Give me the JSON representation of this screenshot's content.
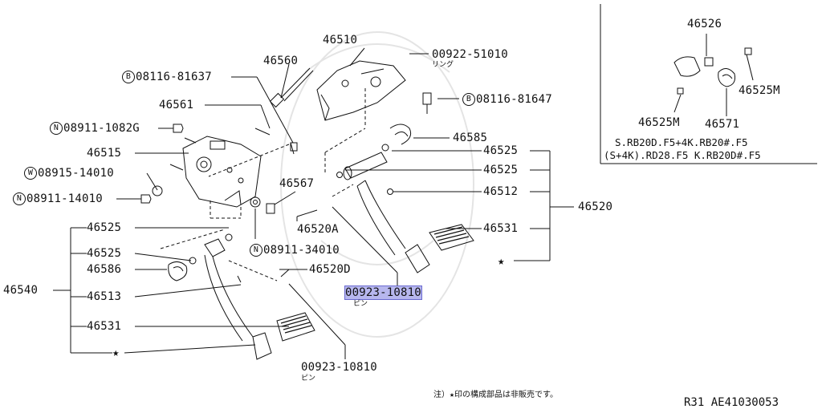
{
  "labels": {
    "p46510": "46510",
    "p46560": "46560",
    "p46561": "46561",
    "p46515": "46515",
    "p46567": "46567",
    "p46585": "46585",
    "p46525_a": "46525",
    "p46525_b": "46525",
    "p46525_c": "46525",
    "p46525_d": "46525",
    "p46512": "46512",
    "p46520": "46520",
    "p46520A": "46520A",
    "p46520D": "46520D",
    "p46531_a": "46531",
    "p46531_b": "46531",
    "p46586": "46586",
    "p46513": "46513",
    "p46540": "46540",
    "p00922": "00922-51010",
    "p00922_sub": "リング",
    "p00923_a": "00923-10810",
    "p00923_a_sub": "ピン",
    "p00923_b": "00923-10810",
    "p00923_b_sub": "ピン",
    "b1_code": "08116-81637",
    "b2_code": "08116-81647",
    "n1_code": "08911-1082G",
    "w1_code": "08915-14010",
    "n2_code": "08911-14010",
    "n3_code": "08911-34010",
    "mark_b": "B",
    "mark_n": "N",
    "mark_w": "W",
    "star": "★"
  },
  "inset": {
    "p46526": "46526",
    "p46525M_a": "46525M",
    "p46525M_b": "46525M",
    "p46571": "46571",
    "line1": "S.RB20D.F5+4K.RB20#.F5",
    "line2": "(S+4K).RD28.F5 K.RB20D#.F5"
  },
  "footer": {
    "note": "注）★印の構成部品は非販売です。",
    "code": "R31  AE41030053"
  }
}
